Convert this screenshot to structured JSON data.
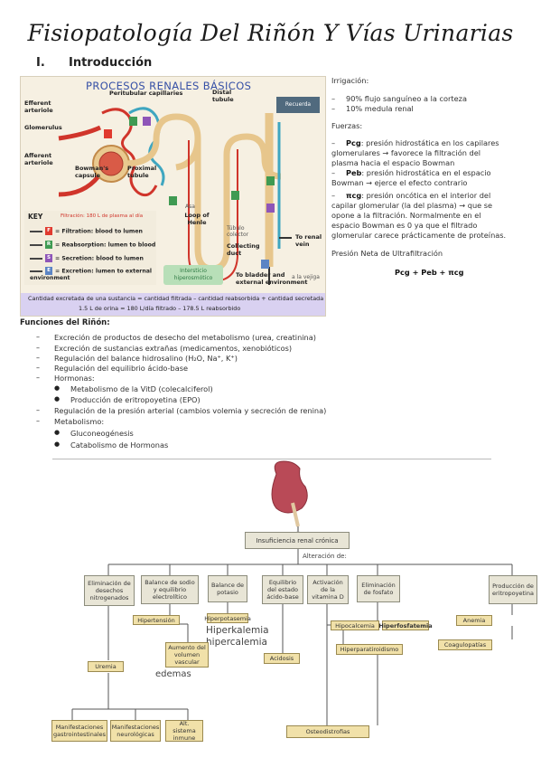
{
  "title": "Fisiopatología Del Riñón Y Vías Urinarias",
  "section": {
    "number": "I.",
    "label": "Introducción"
  },
  "renal_diagram": {
    "title": "PROCESOS RENALES BÁSICOS",
    "labels": {
      "peritubular": "Peritubular capillaries",
      "distal": "Distal tubule",
      "efferent": "Efferent arteriole",
      "glomerulus": "Glomerulus",
      "afferent": "Afferent arteriole",
      "bowman": "Bowman's capsule",
      "proximal": "Proximal tubule",
      "asa": "Asa",
      "loop": "Loop of Henle",
      "tubulo": "Túbulo colector",
      "collecting": "Collecting duct",
      "renal_vein": "To renal vein",
      "bladder": "To bladder and external environment",
      "vejiga": "a la vejiga",
      "recuerda": "Recuerda"
    },
    "key": {
      "title": "KEY",
      "filtration_note": "Filtración: 180 L de plasma al día",
      "items": [
        {
          "letter": "F",
          "color": "#e03a2f",
          "text": "= Filtration: blood to lumen"
        },
        {
          "letter": "R",
          "color": "#3f9a52",
          "text": "= Reabsorption: lumen to blood"
        },
        {
          "letter": "S",
          "color": "#8e55b8",
          "text": "= Secretion: blood to lumen"
        },
        {
          "letter": "E",
          "color": "#5b84c4",
          "text": "= Excretion: lumen to external environment"
        }
      ]
    },
    "interstitium": "Intersticio hiperosmótico",
    "formula1": "Cantidad excretada de una sustancia = cantidad filtrada – cantidad reabsorbida + cantidad secretada",
    "formula2": "1.5 L de orina = 180 L/día filtrado – 178.5 L reabsorbido"
  },
  "right": {
    "irrigacion": "Irrigación:",
    "irr_items": [
      "90% flujo sanguíneo a la corteza",
      "10% medula renal"
    ],
    "fuerzas": "Fuerzas:",
    "pcg_label": "Pcg",
    "pcg_text1": ": presión hidrostática en los capilares",
    "pcg_text2": "glomerulares → favorece la filtración del",
    "pcg_text3": "plasma hacia el espacio Bowman",
    "peb_label": "Peb",
    "peb_text1": ": presión hidrostática en el espacio",
    "peb_text2": "Bowman → ejerce el efecto contrario",
    "pi_label": "πcg",
    "pi_text1": ": presión oncótica en el interior del",
    "pi_text2": "capilar glomerular (la del plasma) → que se",
    "pi_text3": "opone a la filtración. Normalmente en el",
    "pi_text4": "espacio Bowman es 0 ya que el filtrado",
    "pi_text5": "glomerular carece prácticamente de proteínas.",
    "presion_neta": "Presión Neta de Ultrafiltración",
    "formula": "Pcg + Peb + πcg"
  },
  "functions": {
    "title": "Funciones del Riñón:",
    "items": [
      "Excreción de productos de desecho del metabolismo (urea, creatinina)",
      "Excreción de sustancias extrañas (medicamentos, xenobióticos)",
      "Regulación del balance hidrosalino (H₂O, Na⁺, K⁺)",
      "Regulación del equilibrio ácido-base",
      "Hormonas:",
      "Regulación de la presión arterial (cambios volemia y secreción de renina)",
      "Metabolismo:"
    ],
    "hormonas": [
      "Metabolismo de la VitD (colecalciferol)",
      "Producción de eritropoyetina (EPO)"
    ],
    "metabolismo": [
      "Gluconeogénesis",
      "Catabolismo de Hormonas"
    ]
  },
  "flowchart": {
    "root": "Insuficiencia renal crónica",
    "alteracion": "Alteración de:",
    "categories": [
      "Eliminación de desechos nitrogenados",
      "Balance de sodio y equilibrio electrolítico",
      "Balance de potasio",
      "Equilibrio del estado ácido-base",
      "Activación de la vitamina D",
      "Eliminación de fosfato",
      "Producción de eritropoyetina"
    ],
    "hipertension": "Hipertensión",
    "hiperpotasemia": "Hiperpotasemia",
    "hyperkalemia": "Hiperkalemia",
    "hypercalemia": "hipercalemia",
    "aumento": "Aumento del volumen vascular",
    "edemas": "edemas",
    "hipocalcemia": "Hipocalcemia",
    "hiperfosfatemia": "Hiperfosfatemia",
    "anemia": "Anemia",
    "coagulopatias": "Coagulopatías",
    "uremia": "Uremia",
    "acidosis": "Acidosis",
    "hiperparatiroidismo": "Hiperparatiroidismo",
    "manif_gi": "Manifestaciones gastrointestinales",
    "manif_neuro": "Manifestaciones neurológicas",
    "alt_inmune": "Alt. sistema inmune",
    "osteodistrofias": "Osteodistrofias"
  }
}
